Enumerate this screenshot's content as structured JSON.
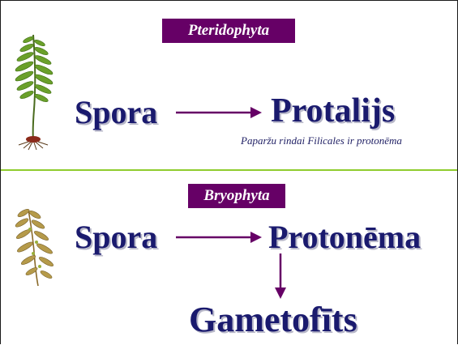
{
  "top_section": {
    "badge": "Pteridophyta",
    "from_term": "Spora",
    "to_term": "Protalijs",
    "note": "Paparžu rindai Filicales ir protonēma"
  },
  "bottom_section": {
    "badge": "Bryophyta",
    "from_term": "Spora",
    "to_term": "Protonēma",
    "result_term": "Gametofīts"
  },
  "colors": {
    "badge_bg": "#660066",
    "arrow": "#660066",
    "term_text": "#1a1a6e",
    "divider": "#8fcc2e"
  },
  "icons": {
    "top": "fern-plant-illustration",
    "bottom": "moss-plant-illustration"
  }
}
